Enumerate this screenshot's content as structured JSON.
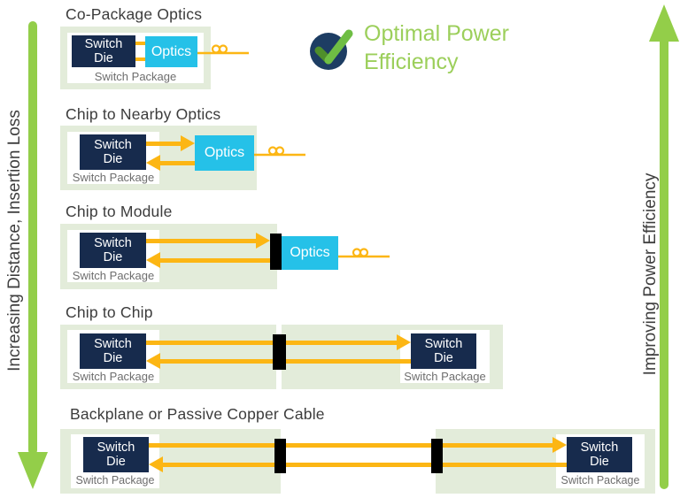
{
  "colors": {
    "accent_green": "#93ce49",
    "callout_green": "#9ccf5b",
    "panel_light_green": "#e3ecda",
    "switch_die_navy": "#172b4d",
    "optics_cyan": "#25c1e8",
    "arrow_yellow": "#fcb614",
    "connector_black": "#000000"
  },
  "axes": {
    "left": {
      "label": "Increasing Distance, Insertion Loss",
      "direction": "down"
    },
    "right": {
      "label": "Improving Power Efficiency",
      "direction": "up"
    }
  },
  "callout": {
    "line1": "Optimal Power",
    "line2": "Efficiency",
    "icon": "check-circle"
  },
  "blocks": {
    "switch_die": "Switch\nDie",
    "optics": "Optics",
    "switch_package": "Switch Package"
  },
  "rows": [
    {
      "title": "Co-Package Optics"
    },
    {
      "title": "Chip to Nearby Optics"
    },
    {
      "title": "Chip to Module"
    },
    {
      "title": "Chip to Chip"
    },
    {
      "title": "Backplane or Passive Copper Cable"
    }
  ]
}
